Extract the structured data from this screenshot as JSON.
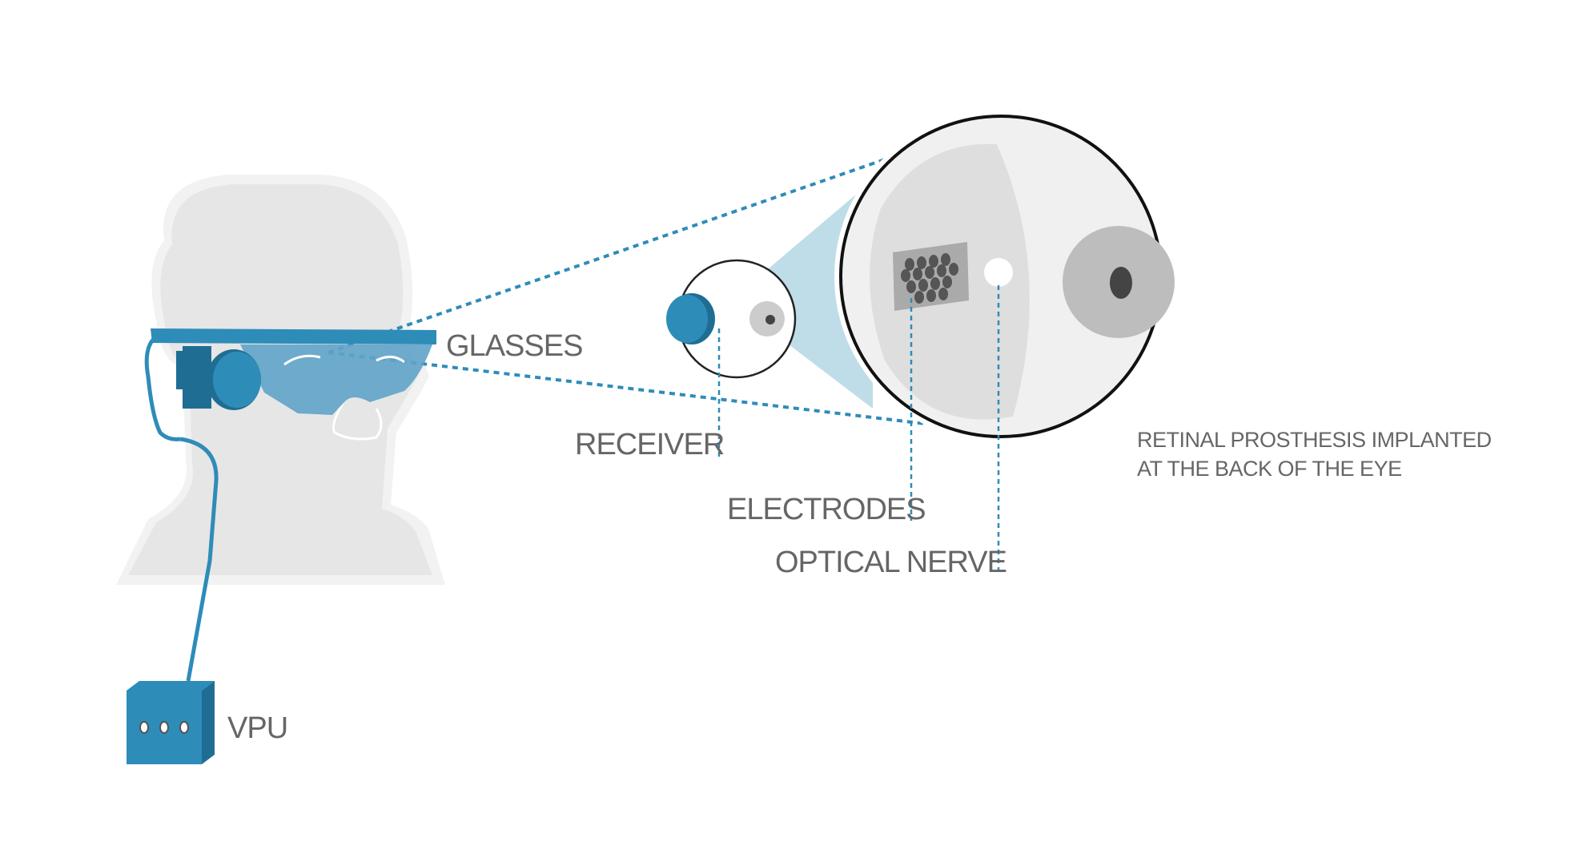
{
  "labels": {
    "glasses": "GLASSES",
    "receiver": "RECEIVER",
    "electrodes": "ELECTRODES",
    "optical_nerve": "OPTICAL NERVE",
    "vpu": "VPU",
    "prosthesis_line1": "RETINAL PROSTHESIS IMPLANTED",
    "prosthesis_line2": "AT THE BACK OF THE EYE"
  },
  "colors": {
    "device_blue": "#2e8cb8",
    "device_blue_dark": "#1f6d93",
    "lens_blue": "#5fa3c9",
    "cone_blue": "#bfdde8",
    "head_gray": "#e6e6e6",
    "head_outline": "#f2f2f2",
    "label_gray": "#666666"
  }
}
